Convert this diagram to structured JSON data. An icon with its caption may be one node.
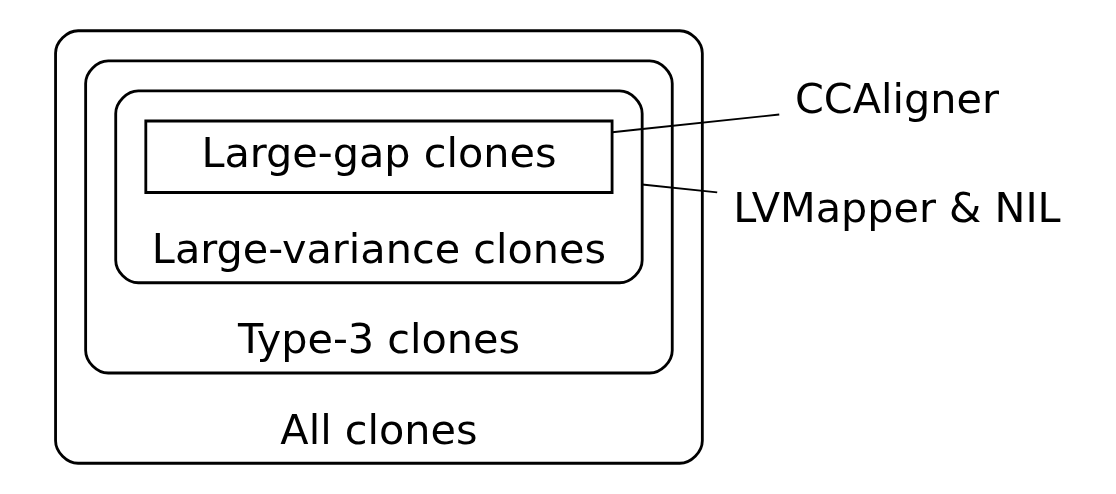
{
  "diagram": {
    "nodes": [
      {
        "text": [
          "All clones"
        ]
      },
      {
        "text": [
          "Type-3 clones"
        ],
        "in": 0
      },
      {
        "text": [
          "Large-variance clones"
        ],
        "in": 1
      },
      {
        "text": [
          "Large-gap clones"
        ],
        "in": 2
      },
      {
        "text": [
          "CCAligner"
        ]
      },
      {
        "text": [
          "LVMapper & NIL"
        ]
      }
    ],
    "edges": [
      {
        "from": 3,
        "to": 4,
        "arrow": "none"
      },
      {
        "from": 2,
        "to": 5,
        "arrow": "none"
      }
    ]
  }
}
